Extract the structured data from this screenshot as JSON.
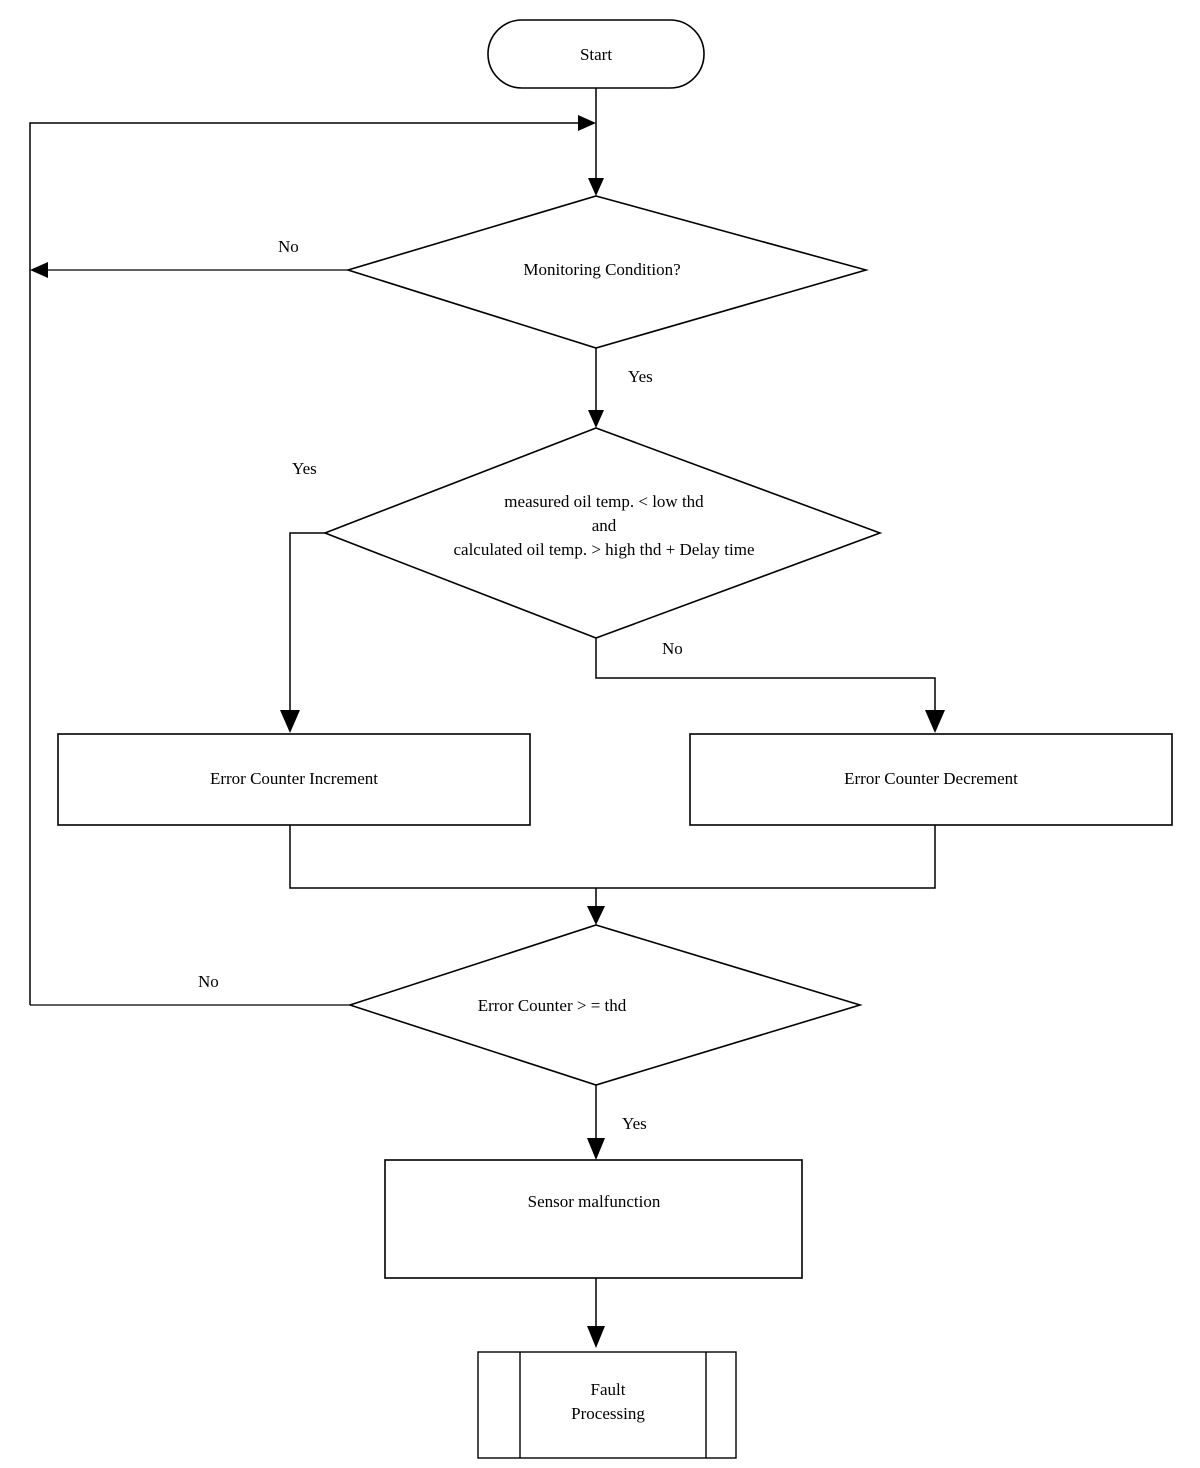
{
  "diagram": {
    "type": "flowchart",
    "title": "Oil temperature sensor malfunction detection flowchart",
    "background_color": "#ffffff",
    "line_color": "#000000",
    "text_color": "#000000"
  },
  "nodes": {
    "start": {
      "shape": "terminator",
      "label": "Start"
    },
    "monitoring_condition": {
      "shape": "decision",
      "label": "Monitoring Condition?"
    },
    "temp_condition": {
      "shape": "decision",
      "line1": "measured oil temp. < low thd",
      "line2": "and",
      "line3": "calculated oil temp. > high thd + Delay time"
    },
    "error_increment": {
      "shape": "process",
      "label": "Error Counter Increment"
    },
    "error_decrement": {
      "shape": "process",
      "label": "Error Counter Decrement"
    },
    "counter_check": {
      "shape": "decision",
      "label": "Error Counter > = thd"
    },
    "sensor_malfunction": {
      "shape": "process",
      "label": "Sensor malfunction"
    },
    "fault_processing": {
      "shape": "predefined-process",
      "line1": "Fault",
      "line2": "Processing"
    }
  },
  "edge_labels": {
    "monitoring_no": "No",
    "monitoring_yes": "Yes",
    "temp_yes": "Yes",
    "temp_no": "No",
    "counter_no": "No",
    "counter_yes": "Yes"
  }
}
